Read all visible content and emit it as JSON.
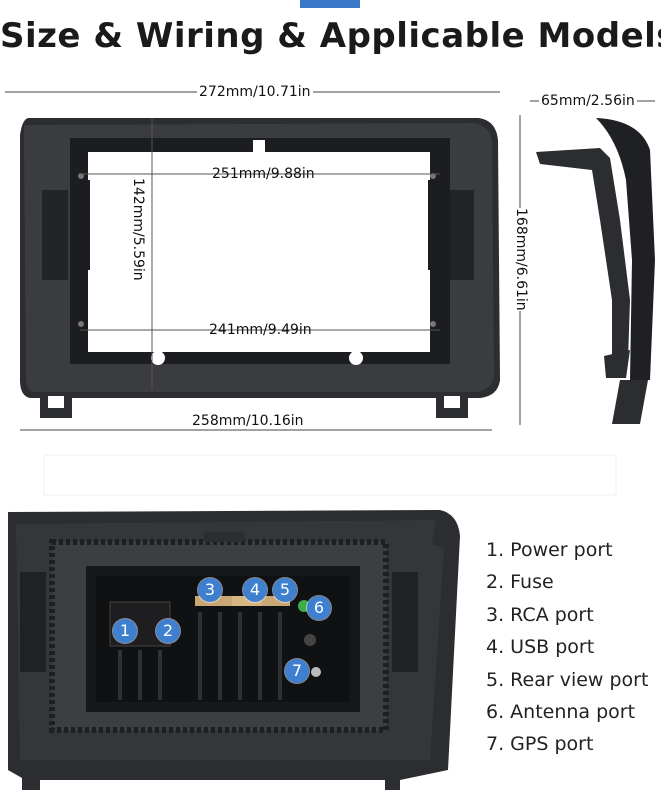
{
  "title": "Size & Wiring & Applicable Models",
  "dimensions": {
    "overall_width": "272mm/10.71in",
    "depth": "65mm/2.56in",
    "screen_width": "251mm/9.88in",
    "opening_height": "142mm/5.59in",
    "overall_height": "168mm/6.61in",
    "inner_bottom_width": "241mm/9.49in",
    "bottom_width": "258mm/10.16in"
  },
  "ports": {
    "items": [
      {
        "number": "1",
        "label": "1. Power port"
      },
      {
        "number": "2",
        "label": "2. Fuse"
      },
      {
        "number": "3",
        "label": "3. RCA port"
      },
      {
        "number": "4",
        "label": "4. USB port"
      },
      {
        "number": "5",
        "label": "5. Rear view port"
      },
      {
        "number": "6",
        "label": "6. Antenna port"
      },
      {
        "number": "7",
        "label": "7. GPS port"
      }
    ]
  },
  "colors": {
    "accent": "#3a78c8",
    "badge": "#3f7fd0",
    "frame": "#2b2d30",
    "antenna_port": "#3fae4a"
  }
}
